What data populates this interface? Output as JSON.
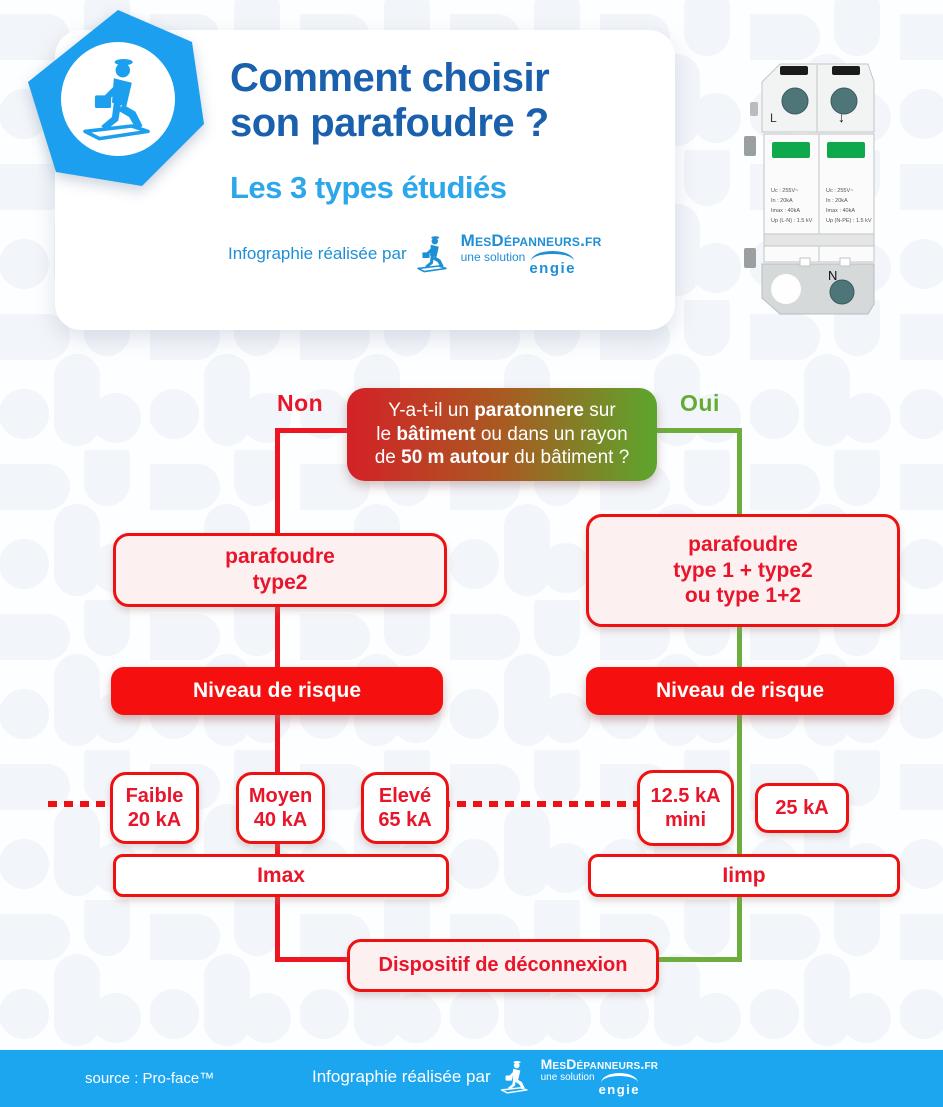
{
  "colors": {
    "accent_blue": "#1d9ff0",
    "title_blue": "#1a60ac",
    "subtitle_blue": "#2ba7ea",
    "red": "#ee1111",
    "red_text": "#e8152b",
    "green_line": "#6cad3c",
    "green_text": "#66a934",
    "footer_blue": "#1ba6ef",
    "box_pink": "#fdf0f0"
  },
  "header": {
    "title_line1": "Comment choisir",
    "title_line2": "son parafoudre ?",
    "subtitle": "Les 3 types étudiés",
    "credit_prefix": "Infographie réalisée par",
    "brand_name": "MesDépanneurs.fr",
    "brand_tagline": "une solution",
    "brand_parent": "ENGIE"
  },
  "device": {
    "label_l": "L",
    "label_n": "N",
    "arrow": "↓",
    "specs_left": [
      "Uc : 255V~",
      "In : 20kA",
      "Imax : 40kA",
      "Up (L-N) : 1.5 kV"
    ],
    "specs_right": [
      "Uc : 255V~",
      "In : 20kA",
      "Imax : 40kA",
      "Up (N-PE) : 1.5 kV"
    ]
  },
  "flow": {
    "no_label": "Non",
    "yes_label": "Oui",
    "question": {
      "l1a": "Y-a-t-il un ",
      "l1b": "paratonnere",
      "l1c": " sur",
      "l2a": "le ",
      "l2b": "bâtiment",
      "l2c": " ou dans un rayon",
      "l3a": "de ",
      "l3b": "50 m autour",
      "l3c": " du bâtiment ?"
    },
    "left": {
      "type_line1": "parafoudre",
      "type_line2": "type2",
      "risk_label": "Niveau de risque",
      "levels": [
        {
          "line1": "Faible",
          "line2": "20 kA"
        },
        {
          "line1": "Moyen",
          "line2": "40 kA"
        },
        {
          "line1": "Elevé",
          "line2": "65 kA"
        }
      ],
      "current_label": "Imax"
    },
    "right": {
      "type_line1": "parafoudre",
      "type_line2": "type 1 + type2",
      "type_line3": "ou type 1+2",
      "risk_label": "Niveau de risque",
      "levels": [
        {
          "line1": "12.5 kA",
          "line2": "mini"
        },
        {
          "line1": "25 kA",
          "line2": ""
        }
      ],
      "current_label": "Iimp"
    },
    "bottom_label": "Dispositif de déconnexion"
  },
  "footer": {
    "source": "source : Pro-face™",
    "credit_prefix": "Infographie réalisée par",
    "brand_name": "MesDépanneurs.fr",
    "brand_tagline": "une solution",
    "brand_parent": "ENGIE"
  }
}
